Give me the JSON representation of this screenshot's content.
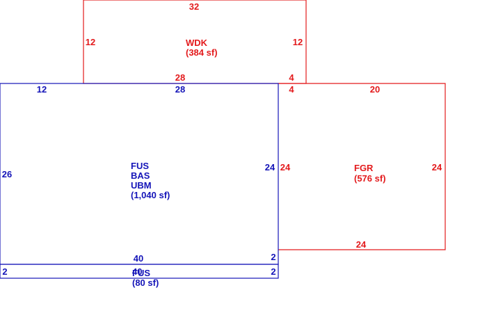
{
  "colors": {
    "red": "#e31a1c",
    "blue": "#1414b8"
  },
  "wdk": {
    "code": "WDK",
    "area": "(384 sf)",
    "dims": {
      "top": "32",
      "left": "12",
      "right": "12",
      "bottom_left": "28",
      "bottom_right": "4"
    }
  },
  "fgr": {
    "code": "FGR",
    "area": "(576 sf)",
    "dims": {
      "top_left": "4",
      "top": "20",
      "left": "24",
      "right": "24",
      "bottom": "24"
    }
  },
  "main": {
    "codes": [
      "FUS",
      "BAS",
      "UBM"
    ],
    "area": "(1,040 sf)",
    "dims": {
      "top_left": "12",
      "top_right": "28",
      "left": "26",
      "right": "24",
      "bottom": "40",
      "bottom_right": "2"
    }
  },
  "strip": {
    "code": "FUS",
    "area": "(80 sf)",
    "dims": {
      "left": "2",
      "right": "2",
      "bottom": "40"
    }
  }
}
